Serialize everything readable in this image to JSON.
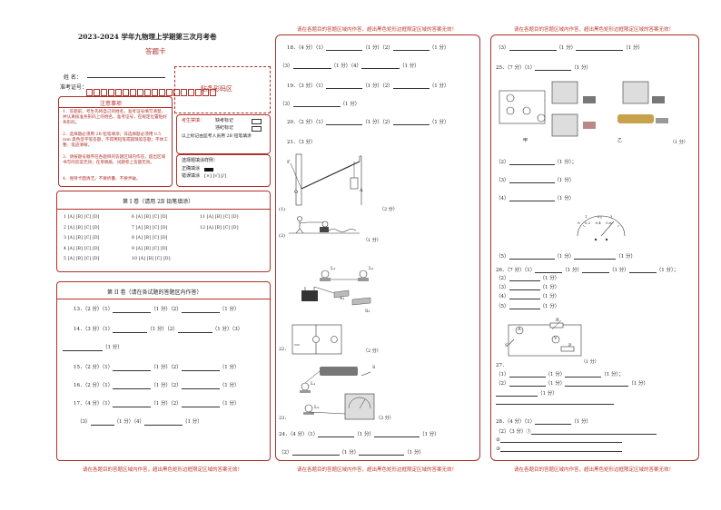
{
  "header": {
    "title": "2023-2024 学年九物理上学期第三次月考卷",
    "subtitle": "答题卡"
  },
  "student": {
    "name_label": "姓 名：",
    "id_label": "准考证号："
  },
  "barcode_label": "贴条形码区",
  "notice": {
    "title": "注意事项",
    "items": [
      "1．答题前，考生先将自己的姓名，准考证号填写清楚，并认真核准条形码上的姓名、准考证号，在规定位置贴好条形码。",
      "2．选择题必须用 2B 铅笔填涂；非选择题必须用 0.5 mm 黑色签字笔答题，不得用铅笔或圆珠笔答题；字体工整、笔迹清晰。",
      "3．请按题号顺序在各题目的答题区域内作答，超出区域书写的答案无效；在草稿纸、试题卷上答题无效。",
      "4．保持卡面清洁，不要折叠、不要弄破。"
    ]
  },
  "status": {
    "label": "考生禁填：",
    "missing": "缺考标记",
    "cheating": "违纪标记",
    "instruction": "以上标记由监考人员用 2B 铅笔填涂"
  },
  "fill_example": {
    "title": "选择题填涂样例：",
    "correct": "正确填涂",
    "wrong": "错误填涂",
    "wrong_marks": "[×] [√] [/]"
  },
  "part1": {
    "title": "第 I 卷（请用 2B 铅笔填涂）",
    "col1": [
      "1 [A] [B] [C] [D]",
      "2 [A] [B] [C] [D]",
      "3 [A] [B] [C] [D]",
      "4 [A] [B] [C] [D]",
      "5 [A] [B] [C] [D]"
    ],
    "col2": [
      "6 [A] [B] [C] [D]",
      "7 [A] [B] [C] [D]",
      "8 [A] [B] [C] [D]",
      "9 [A] [B] [C] [D]",
      "10 [A] [B] [C] [D]"
    ],
    "col3": [
      "11 [A] [B] [C] [D]",
      "12 [A] [B] [C] [D]"
    ]
  },
  "part2": {
    "title": "第 II 卷（请在各试题的答题区内作答）"
  },
  "boundary_notice": "请在各题目的答题区域内作答，超出黑色矩形边框限定区域的答案无效！",
  "left_answers": {
    "q13": [
      "13．（2 分）（1）",
      "（1 分）（2）",
      "（1 分）"
    ],
    "q14": [
      "14．（3 分）（1）",
      "（1 分）（2）",
      "（1 分）（3）"
    ],
    "q14b": "（1 分）",
    "q15": [
      "15．（2 分）（1）",
      "（1 分）（2）",
      "（1 分）"
    ],
    "q16": [
      "16．（2 分）（1）",
      "（1 分）（2）",
      "（1 分）"
    ],
    "q17": [
      "17．（4 分）（1）",
      "（1 分）（2）",
      "（1 分）"
    ],
    "q17b": [
      "（3）",
      "（1 分）（4）",
      "（1 分）"
    ]
  },
  "mid_answers": {
    "q18": [
      "18．（4 分）（1）",
      "（1 分）（2）",
      "（1 分）"
    ],
    "q18b": [
      "（3）",
      "（1 分）（4）",
      "（1 分）"
    ],
    "q19": [
      "19．（3 分）（1）",
      "（1 分）（2）",
      "（1 分）"
    ],
    "q19b": [
      "（3）",
      "（1 分）"
    ],
    "q20": [
      "20．（2 分）（1）",
      "（1 分）（2）",
      "（1 分）"
    ],
    "q21": "21．（3 分）",
    "q21_1": "(1)",
    "q21_1s": "（2 分）",
    "q21_2": "(2)",
    "q21_2s": "（1 分）",
    "q22": "22．",
    "q22s": "（2 分）",
    "q23": "23．",
    "q23s": "（3 分）",
    "q24": [
      "24．（4 分）（1）",
      "（1 分）",
      "（1 分）"
    ],
    "q24b": [
      "（2）",
      "（1 分）",
      "（1 分）"
    ],
    "fig_labels": {
      "F": "F",
      "O": "O",
      "A": "A",
      "L1": "L₁",
      "L2": "L₂",
      "S": "S",
      "S1": "S₁",
      "S2": "S₂"
    }
  },
  "right_answers": {
    "q24c": [
      "（3）",
      "（1 分）",
      "（1 分）"
    ],
    "q25": "25．（7 分）（1）",
    "q25_tail": "（1 分）",
    "q25_fig_a": "甲",
    "q25_fig_b": "乙",
    "q25_rows": [
      [
        "（2）",
        "（1 分）；"
      ],
      [
        "（3）",
        "（1 分）"
      ],
      [
        "（4）",
        "（1 分）"
      ]
    ],
    "q25_5": [
      "（5）",
      "（1 分）",
      "（1 分）"
    ],
    "ammeter_ticks": [
      "0",
      "0.2",
      "0.4",
      "0.6",
      "1",
      "2",
      "3"
    ],
    "q26": [
      "26．（7 分）（1）",
      "（1 分）",
      "（1 分）",
      "（1 分）；"
    ],
    "q26_rows": [
      "（2）",
      "（3）",
      "（4）",
      "（5）"
    ],
    "q26_row_tail": "（1 分）",
    "q26_fig": "（1 分）",
    "q27": "27．",
    "q27_rows": [
      [
        "（1）",
        "（1 分）",
        "（1 分）；"
      ],
      [
        "（2）",
        "（1 分）",
        "（1 分）"
      ]
    ],
    "q27_row3": "（1 分）",
    "q28": "28．（4 分）（1）",
    "q28_tail": "（1 分）",
    "q28_2": "（2）（3 分）①",
    "q28_b": "②",
    "q28_c": "③",
    "circuit_labels": {
      "R": "R",
      "A": "A",
      "V": "V",
      "P": "P",
      "S": "S"
    }
  }
}
